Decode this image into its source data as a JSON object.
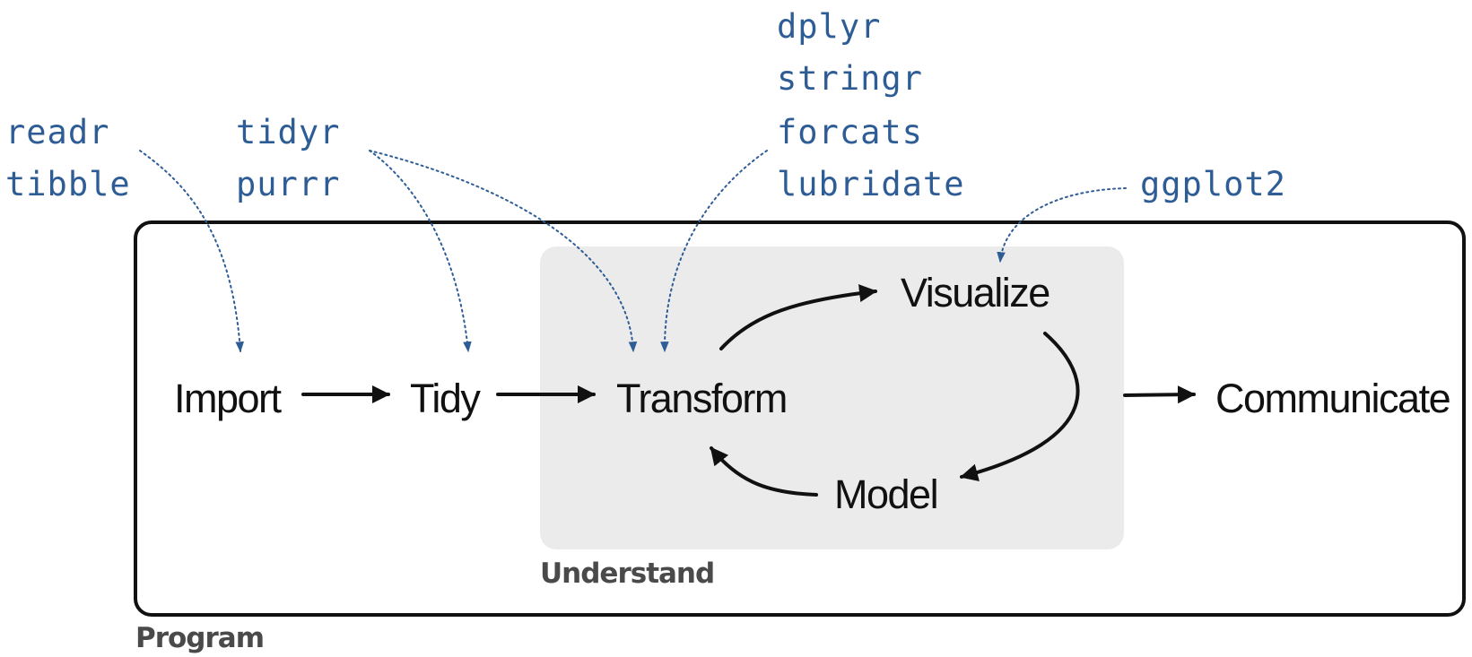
{
  "packages": {
    "import_pkgs": [
      "readr",
      "tibble"
    ],
    "tidy_pkgs": [
      "tidyr",
      "purrr"
    ],
    "transform_pkgs": [
      "dplyr",
      "stringr",
      "forcats",
      "lubridate"
    ],
    "visualize_pkgs": [
      "ggplot2"
    ]
  },
  "stages": {
    "import": "Import",
    "tidy": "Tidy",
    "transform": "Transform",
    "visualize": "Visualize",
    "model": "Model",
    "communicate": "Communicate"
  },
  "regions": {
    "understand": "Understand",
    "program": "Program"
  },
  "colors": {
    "package_text": "#2e5d96",
    "understand_fill": "#ebebeb",
    "program_border": "#111111",
    "arrow": "#111111"
  }
}
